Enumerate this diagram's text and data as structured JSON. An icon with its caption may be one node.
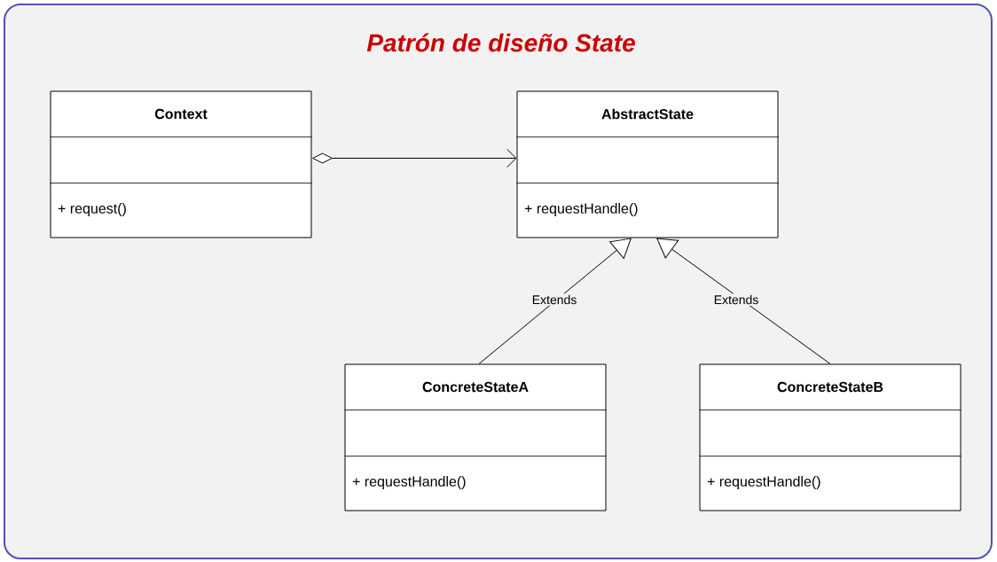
{
  "diagram": {
    "title": "Patrón de diseño State",
    "nodes": [
      {
        "text": [
          "Context",
          "+ request()"
        ]
      },
      {
        "text": [
          "AbstractState",
          "+ requestHandle()"
        ]
      },
      {
        "text": [
          "ConcreteStateA",
          "+ requestHandle()"
        ]
      },
      {
        "text": [
          "ConcreteStateB",
          "+ requestHandle()"
        ]
      }
    ],
    "edges": [
      {
        "from": 0,
        "to": 1,
        "arrow": "to"
      },
      {
        "from": 2,
        "to": 1,
        "arrow": "to",
        "label": "Extends"
      },
      {
        "from": 3,
        "to": 1,
        "arrow": "to",
        "label": "Extends"
      }
    ]
  }
}
